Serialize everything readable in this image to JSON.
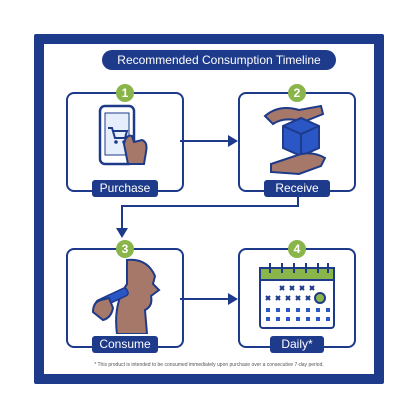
{
  "title": "Recommended Consumption Timeline",
  "steps": [
    {
      "number": "1",
      "label": "Purchase"
    },
    {
      "number": "2",
      "label": "Receive"
    },
    {
      "number": "3",
      "label": "Consume"
    },
    {
      "number": "4",
      "label": "Daily*"
    }
  ],
  "footnote": "* This product is intended to be consumed immediately upon purchase over a consecutive 7-day period.",
  "colors": {
    "frame": "#1e3a8a",
    "number_badge": "#8ab54a",
    "skin": "#a6786a",
    "box": "#2a56c6"
  }
}
